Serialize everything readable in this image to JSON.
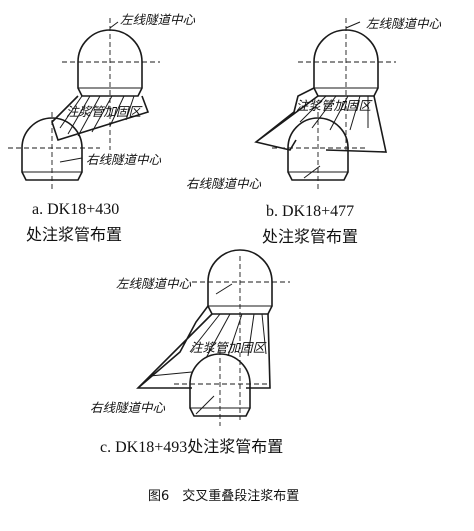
{
  "panels": [
    {
      "left_label": "左线隧道中心",
      "zone_label": "注浆管加固区",
      "right_label": "右线隧道中心",
      "caption_line1": "a. DK18+430",
      "caption_line2": "处注浆管布置"
    },
    {
      "left_label": "左线隧道中心",
      "zone_label": "注浆管加固区",
      "right_label": "右线隧道中心",
      "caption_line1": "b. DK18+477",
      "caption_line2": "处注浆管布置"
    },
    {
      "left_label": "左线隧道中心",
      "zone_label": "注浆管加固区",
      "right_label": "右线隧道中心",
      "caption_line1": "c. DK18+493处注浆管布置"
    }
  ],
  "figure_title": "图6　交叉重叠段注浆布置"
}
